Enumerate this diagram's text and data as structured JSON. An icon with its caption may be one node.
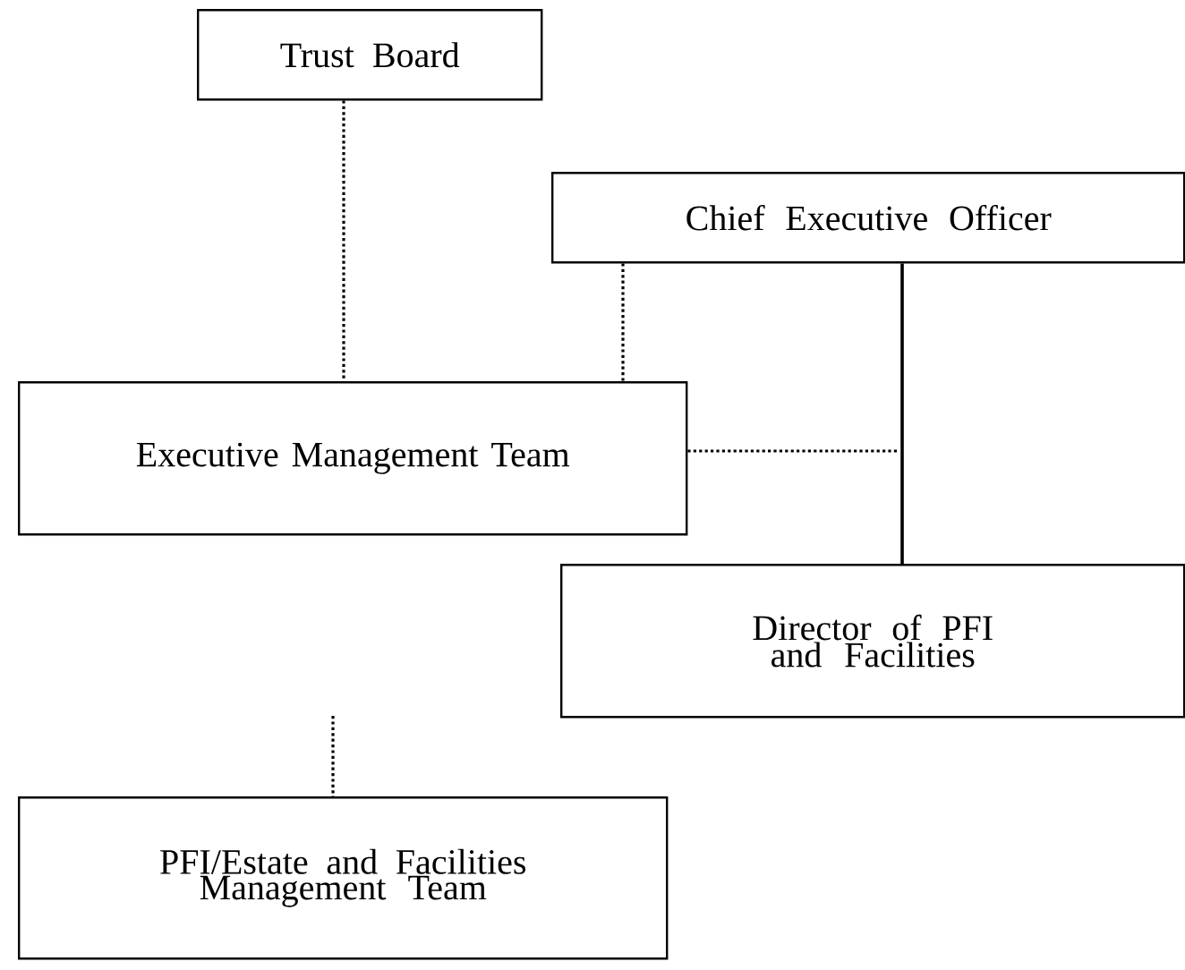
{
  "diagram": {
    "nodes": [
      {
        "text": [
          "Trust Board"
        ]
      },
      {
        "text": [
          "Chief Executive Officer"
        ]
      },
      {
        "text": [
          "Executive Management Team"
        ]
      },
      {
        "text": [
          "Director of PFI and Facilities"
        ]
      },
      {
        "text": [
          "PFI/Estate and Facilities Management Team"
        ]
      }
    ],
    "edges": [
      {
        "from": 0,
        "to": 2,
        "arrow": "none",
        "style": "dashed"
      },
      {
        "from": 1,
        "to": 2,
        "arrow": "none",
        "style": "dashed"
      },
      {
        "from": 1,
        "to": 3,
        "arrow": "none"
      },
      {
        "from": 2,
        "to": null,
        "arrow": "none",
        "style": "dashed"
      },
      {
        "from": null,
        "to": 4,
        "arrow": "none",
        "style": "dashed"
      }
    ]
  }
}
